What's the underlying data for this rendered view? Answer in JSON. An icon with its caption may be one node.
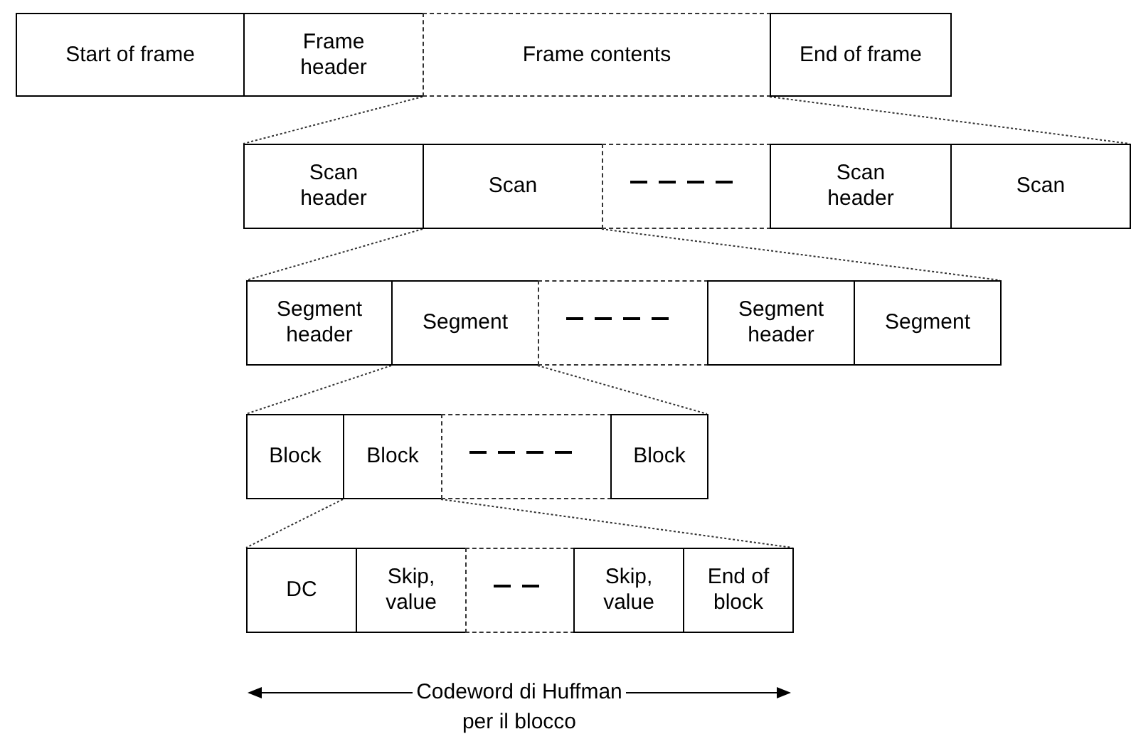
{
  "diagram": {
    "nodes": [
      {
        "text": [
          "Start of frame"
        ]
      },
      {
        "text": [
          "Frame header"
        ]
      },
      {
        "text": [
          "Frame contents"
        ]
      },
      {
        "text": [
          "End of frame"
        ]
      },
      {
        "text": [
          "Scan header"
        ]
      },
      {
        "text": [
          "Scan"
        ]
      },
      {
        "text": [],
        "shape": "box"
      },
      {
        "text": [
          "Scan header"
        ]
      },
      {
        "text": [
          "Scan"
        ]
      },
      {
        "text": [
          "Segment header"
        ]
      },
      {
        "text": [
          "Segment"
        ]
      },
      {
        "text": [],
        "shape": "box"
      },
      {
        "text": [
          "Segment header"
        ]
      },
      {
        "text": [
          "Segment"
        ]
      },
      {
        "text": [
          "Block"
        ]
      },
      {
        "text": [
          "Block"
        ]
      },
      {
        "text": [],
        "shape": "box"
      },
      {
        "text": [
          "Block"
        ]
      },
      {
        "text": [
          "DC"
        ]
      },
      {
        "text": [
          "Skip, value"
        ]
      },
      {
        "text": [],
        "shape": "box"
      },
      {
        "text": [
          "Skip, value"
        ]
      },
      {
        "text": [
          "End of block"
        ]
      }
    ],
    "edges": [
      {
        "from": 2,
        "to": 4,
        "arrow": "none",
        "style": "dashed"
      },
      {
        "from": 2,
        "to": 8,
        "arrow": "none",
        "style": "dashed"
      },
      {
        "from": 5,
        "to": 9,
        "arrow": "none",
        "style": "dashed"
      },
      {
        "from": 5,
        "to": 13,
        "arrow": "none",
        "style": "dashed"
      },
      {
        "from": 10,
        "to": 14,
        "arrow": "none",
        "style": "dashed"
      },
      {
        "from": 10,
        "to": 17,
        "arrow": "none",
        "style": "dashed"
      },
      {
        "from": 15,
        "to": 18,
        "arrow": "none",
        "style": "dashed"
      },
      {
        "from": 15,
        "to": 22,
        "arrow": "none",
        "style": "dashed"
      }
    ],
    "labels": [
      "Codeword di Huffman per il blocco"
    ]
  }
}
